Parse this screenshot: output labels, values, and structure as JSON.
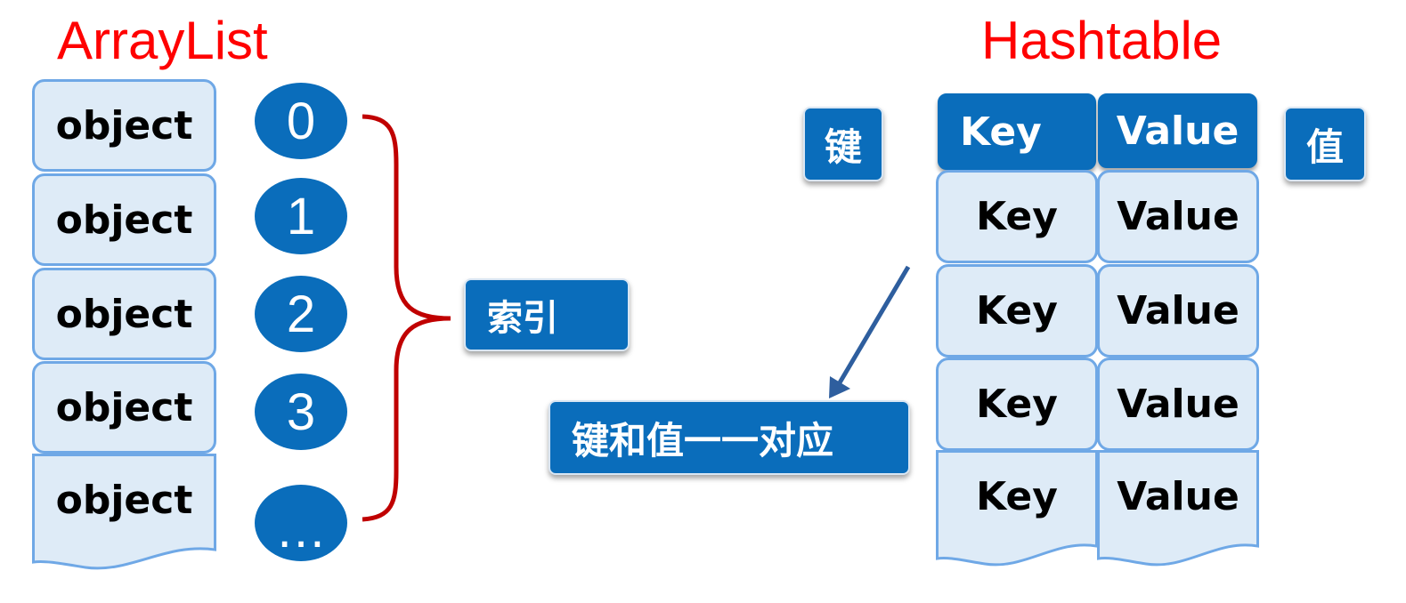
{
  "arraylist": {
    "title": "ArrayList",
    "items": [
      "object",
      "object",
      "object",
      "object",
      "object"
    ],
    "indices": [
      "0",
      "1",
      "2",
      "3",
      "…"
    ],
    "index_label": "索引"
  },
  "hashtable": {
    "title": "Hashtable",
    "header_key": "Key",
    "header_value": "Value",
    "key_label": "键",
    "value_label": "值",
    "rows": [
      {
        "key": "Key",
        "value": "Value"
      },
      {
        "key": "Key",
        "value": "Value"
      },
      {
        "key": "Key",
        "value": "Value"
      },
      {
        "key": "Key",
        "value": "Value"
      }
    ],
    "mapping_label": "键和值一一对应"
  },
  "colors": {
    "title": "#ff0000",
    "accent_blue": "#0a6dbb",
    "cell_fill": "#deebf7",
    "cell_border": "#6fa8e6",
    "brace": "#c00000",
    "arrow": "#2e5e9e"
  }
}
